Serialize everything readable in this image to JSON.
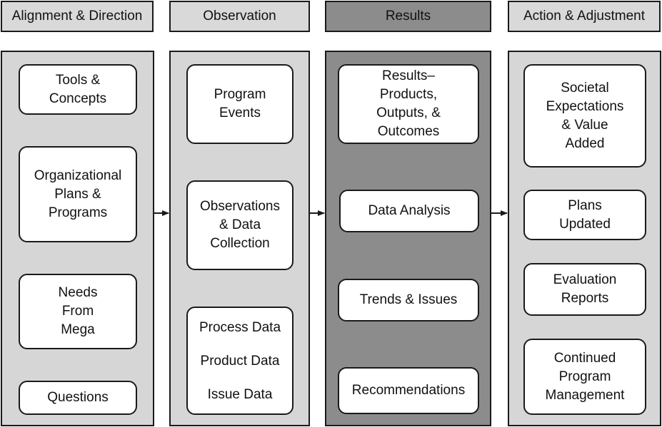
{
  "columns": [
    {
      "header": "Alignment & Direction",
      "items": [
        "Tools &\nConcepts",
        "Organizational\nPlans &\nPrograms",
        "Needs\nFrom\nMega",
        "Questions"
      ]
    },
    {
      "header": "Observation",
      "items": [
        "Program\nEvents",
        "Observations\n& Data\nCollection"
      ],
      "data_items": [
        "Process Data",
        "Product Data",
        "Issue Data"
      ]
    },
    {
      "header": "Results",
      "items": [
        "Results–\nProducts,\nOutputs, &\nOutcomes",
        "Data Analysis",
        "Trends & Issues",
        "Recommendations"
      ]
    },
    {
      "header": "Action & Adjustment",
      "items": [
        "Societal\nExpectations\n& Value\nAdded",
        "Plans\nUpdated",
        "Evaluation\nReports",
        "Continued\nProgram\nManagement"
      ]
    }
  ],
  "colors": {
    "panel_light": "#d6d6d6",
    "panel_dark": "#8c8c8c",
    "border": "#1a1a1a"
  }
}
